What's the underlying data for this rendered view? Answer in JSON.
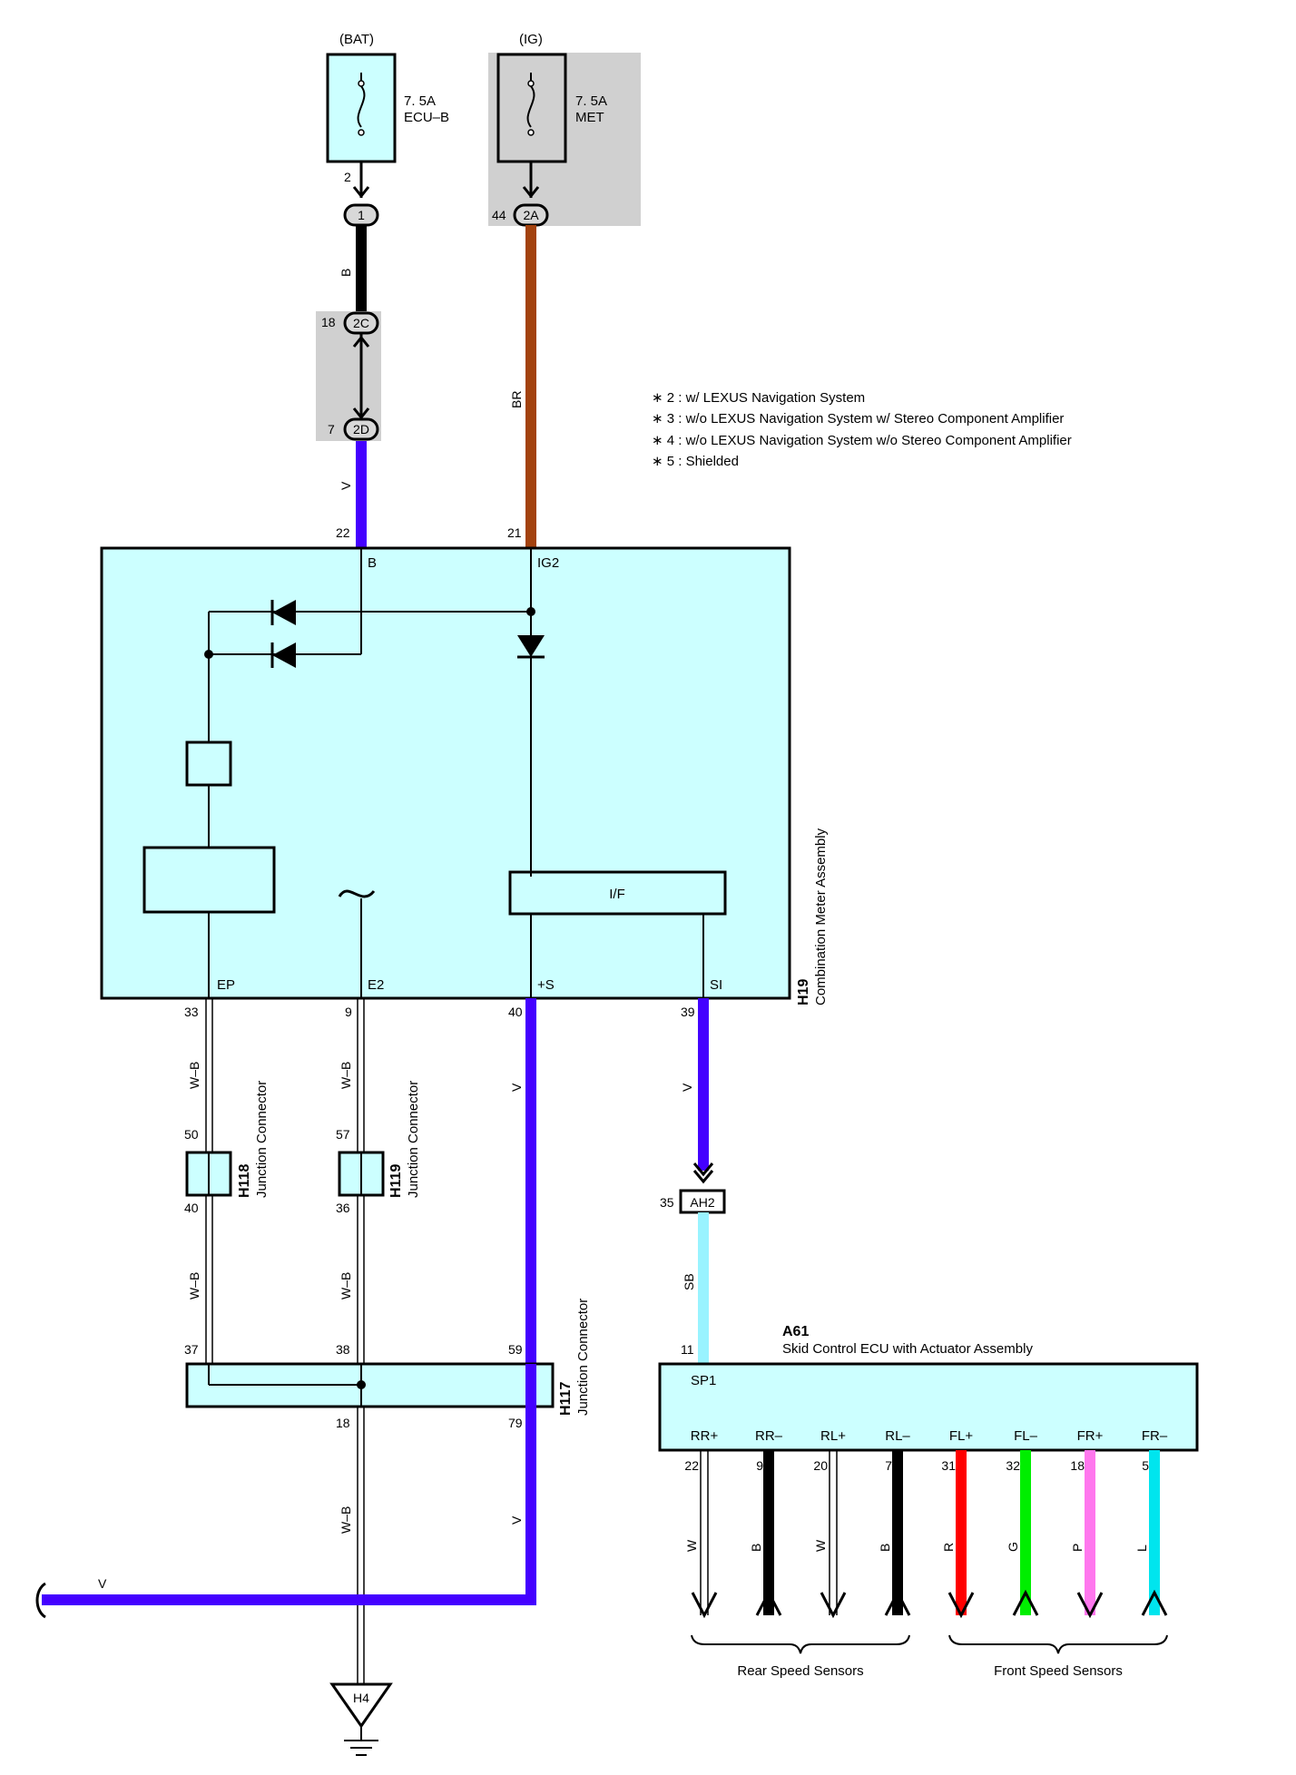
{
  "fuses": [
    {
      "source": "(BAT)",
      "rating": "7. 5A",
      "name": "ECU–B",
      "pin": "2",
      "connector": "1"
    },
    {
      "source": "(IG)",
      "rating": "7. 5A",
      "name": "MET",
      "pin": "44",
      "connector": "2A"
    }
  ],
  "junction_block": {
    "pin_top": "18",
    "conn_top": "2C",
    "pin_bottom": "7",
    "conn_bottom": "2D"
  },
  "notes": [
    "∗ 2 : w/ LEXUS Navigation System",
    "∗ 3 : w/o LEXUS Navigation System w/ Stereo Component Amplifier",
    "∗ 4 : w/o LEXUS Navigation System w/o Stereo Component Amplifier",
    "∗ 5 : Shielded"
  ],
  "meter": {
    "code": "H19",
    "name": "Combination Meter Assembly",
    "if_label": "I/F",
    "top_pins": [
      {
        "num": "22",
        "name": "B"
      },
      {
        "num": "21",
        "name": "IG2"
      }
    ],
    "bottom_pins": [
      {
        "num": "33",
        "name": "EP"
      },
      {
        "num": "9",
        "name": "E2"
      },
      {
        "num": "40",
        "name": "+S"
      },
      {
        "num": "39",
        "name": "SI"
      }
    ]
  },
  "wires": {
    "b": "B",
    "br": "BR",
    "v_top": "V",
    "wb": "W–B",
    "v": "V",
    "sb": "SB"
  },
  "junction_connectors": [
    {
      "code": "H118",
      "name": "Junction Connector",
      "pin_in": "50",
      "pin_out": "40"
    },
    {
      "code": "H119",
      "name": "Junction Connector",
      "pin_in": "57",
      "pin_out": "36"
    },
    {
      "code": "H117",
      "name": "Junction Connector",
      "pins_top": [
        "37",
        "38",
        "59"
      ],
      "pins_bottom": [
        "18",
        "79"
      ]
    }
  ],
  "ah2": {
    "pin": "35",
    "label": "AH2"
  },
  "ecu": {
    "code": "A61",
    "name": "Skid Control ECU with Actuator Assembly",
    "pin_top": "11",
    "terminal_top": "SP1",
    "terminals": [
      {
        "label": "RR+",
        "pin": "22",
        "color": "W"
      },
      {
        "label": "RR–",
        "pin": "9",
        "color": "B"
      },
      {
        "label": "RL+",
        "pin": "20",
        "color": "W"
      },
      {
        "label": "RL–",
        "pin": "7",
        "color": "B"
      },
      {
        "label": "FL+",
        "pin": "31",
        "color": "R"
      },
      {
        "label": "FL–",
        "pin": "32",
        "color": "G"
      },
      {
        "label": "FR+",
        "pin": "18",
        "color": "P"
      },
      {
        "label": "FR–",
        "pin": "5",
        "color": "L"
      }
    ]
  },
  "groups": {
    "rear": "Rear Speed Sensors",
    "front": "Front Speed Sensors"
  },
  "ground": {
    "label": "H4"
  },
  "colors": {
    "panel": "#ccffff",
    "shade": "#d0d0d0",
    "violet": "#4400ff",
    "brown": "#a3420e",
    "skyblue": "#99f3ff",
    "red": "#ff0000",
    "green": "#00ee00",
    "pink": "#ff77ee",
    "blue": "#00e5ee",
    "black": "#000000"
  }
}
